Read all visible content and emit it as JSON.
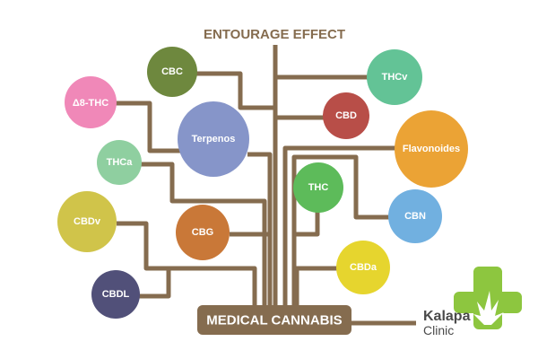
{
  "title": "ENTOURAGE EFFECT",
  "root": "MEDICAL CANNABIS",
  "line_color": "#856c4f",
  "nodes": [
    {
      "id": "cbc",
      "label": "CBC",
      "color": "#6e883e"
    },
    {
      "id": "thcv",
      "label": "THCv",
      "color": "#63c396"
    },
    {
      "id": "d8thc",
      "label": "Δ8-THC",
      "label_base": "Δ",
      "label_sup": "8",
      "label_rest": "-THC",
      "color": "#f088b8"
    },
    {
      "id": "cbd",
      "label": "CBD",
      "color": "#b84e48"
    },
    {
      "id": "terpenos",
      "label": "Terpenos",
      "color": "#8695c9"
    },
    {
      "id": "flavonoides",
      "label": "Flavonoides",
      "color": "#eba335"
    },
    {
      "id": "thca",
      "label": "THCa",
      "color": "#8fcfa0"
    },
    {
      "id": "thc",
      "label": "THC",
      "color": "#5dbb5a"
    },
    {
      "id": "cbn",
      "label": "CBN",
      "color": "#71b0e0"
    },
    {
      "id": "cbdv",
      "label": "CBDv",
      "color": "#d0c44a"
    },
    {
      "id": "cbg",
      "label": "CBG",
      "color": "#c97838"
    },
    {
      "id": "cbda",
      "label": "CBDa",
      "color": "#e6d52e"
    },
    {
      "id": "cbdl",
      "label": "CBDL",
      "color": "#515079"
    }
  ],
  "logo": {
    "name": "Kalapa",
    "sub": "Clinic",
    "color": "#8dc63f",
    "text_color": "#4a4a4a"
  }
}
